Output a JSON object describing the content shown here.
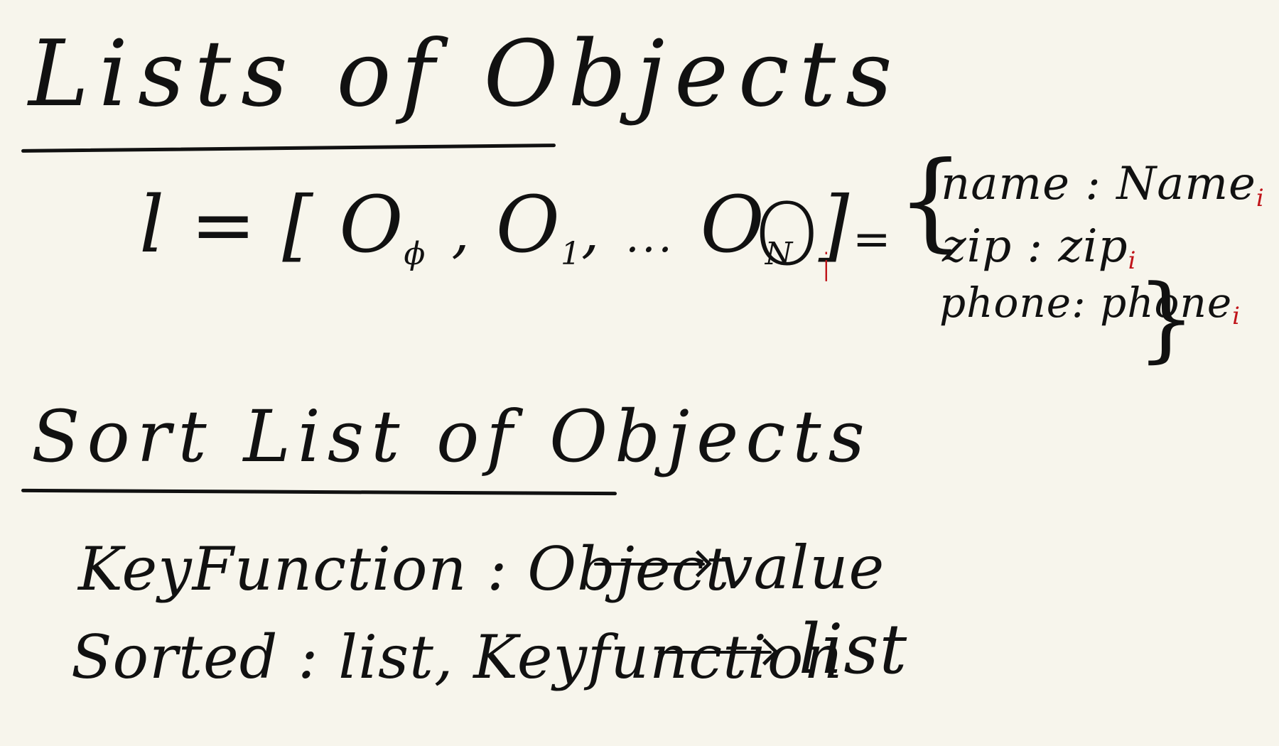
{
  "title": "Lists of Objects",
  "list_definition": {
    "lhs": "l",
    "equals": "=",
    "open_bracket": "[",
    "item_0": "O",
    "item_0_sub": "ϕ",
    "comma": ",",
    "item_1": "O",
    "item_1_sub": "1",
    "ellipsis": "...",
    "item_n": "O",
    "item_n_sub": "N",
    "close_bracket": "]"
  },
  "object_definition": {
    "lhs": "O",
    "lhs_sub": "i",
    "equals": "=",
    "open_brace": "{",
    "close_brace": "}",
    "fields": [
      {
        "key": "name",
        "sep": ":",
        "value": "Name",
        "sub": "i"
      },
      {
        "key": "zip",
        "sep": ":",
        "value": "zip",
        "sub": "i"
      },
      {
        "key": "phone",
        "sep": ":",
        "value": "phone",
        "sub": "i"
      }
    ]
  },
  "section_title": "Sort List of Objects",
  "signatures": [
    {
      "name": "KeyFunction",
      "sep": ":",
      "input": "Object",
      "output": "value"
    },
    {
      "name": "Sorted",
      "sep": ":",
      "input": "list, Keyfunction",
      "output": "list"
    }
  ],
  "colors": {
    "background": "#f7f5ec",
    "ink": "#111111",
    "subscript": "#c0141a"
  }
}
